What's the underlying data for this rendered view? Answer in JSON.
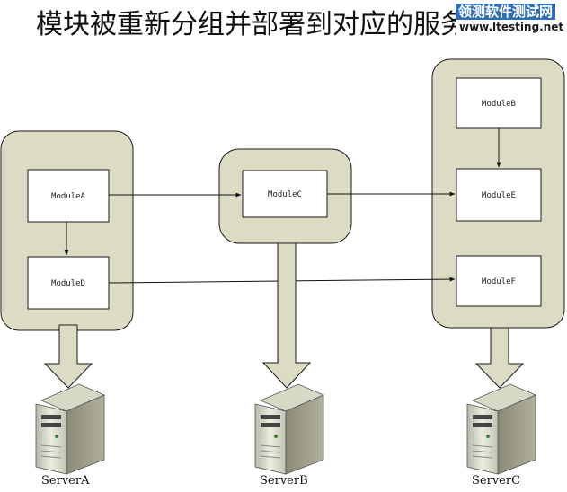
{
  "title": "模块被重新分组并部署到对应的服务器",
  "watermark": {
    "line1": "领测软件测试网",
    "line2": "www.ltesting.net"
  },
  "modules": {
    "a": "ModuleA",
    "b": "ModuleB",
    "c": "ModuleC",
    "d": "ModuleD",
    "e": "ModuleE",
    "f": "ModuleF"
  },
  "servers": {
    "a": "ServerA",
    "b": "ServerB",
    "c": "ServerC"
  },
  "colors": {
    "group_fill": "#dcdcc4",
    "group_stroke": "#1a1a1a",
    "arrow_fill": "#dcdcc4"
  }
}
